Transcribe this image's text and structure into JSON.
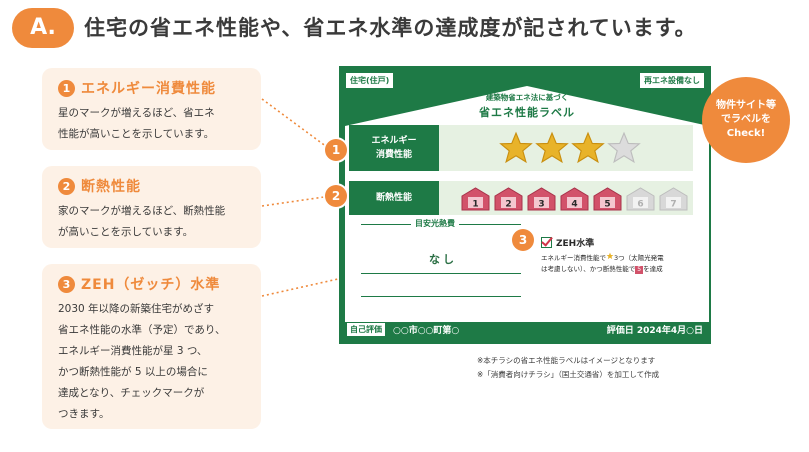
{
  "heading": {
    "badge": "A.",
    "text": "住宅の省エネ性能や、省エネ水準の達成度が記されています。"
  },
  "cards": [
    {
      "num": "1",
      "title": "エネルギー消費性能",
      "lines": [
        "星のマークが増えるほど、省エネ",
        "性能が高いことを示しています。"
      ]
    },
    {
      "num": "2",
      "title": "断熱性能",
      "lines": [
        "家のマークが増えるほど、断熱性能",
        "が高いことを示しています。"
      ]
    },
    {
      "num": "3",
      "title": "ZEH（ゼッチ）水準",
      "lines": [
        "2030 年以降の新築住宅がめざす",
        "省エネ性能の水準（予定）であり、",
        "エネルギー消費性能が星 3 つ、",
        "かつ断熱性能が 5 以上の場合に",
        "達成となり、チェックマークが",
        "つきます。"
      ]
    }
  ],
  "label": {
    "corner_left": "住宅(住戸)",
    "corner_right": "再エネ設備なし",
    "subtitle": "建築物省エネ法に基づく",
    "title": "省エネ性能ラベル",
    "energy": {
      "label_line1": "エネルギー",
      "label_line2": "消費性能",
      "stars_filled": 3,
      "stars_total": 4
    },
    "insulation": {
      "label": "断熱性能",
      "levels": [
        "1",
        "2",
        "3",
        "4",
        "5",
        "6",
        "7"
      ],
      "achieved": 5
    },
    "fuel": {
      "label": "目安光熱費",
      "value": "なし"
    },
    "zeh": {
      "title": "ZEH水準",
      "text_line1": "エネルギー消費性能で",
      "text_line1b": "3つ（太陽光発電",
      "text_line2": "は考慮しない）、かつ断熱性能で",
      "text_line2b": "5",
      "text_line2c": "を達成"
    },
    "footer": {
      "self_eval": "自己評価",
      "address": "○○市○○町第○",
      "date": "評価日 2024年4月○日"
    }
  },
  "markers": [
    "1",
    "2",
    "3"
  ],
  "check_badge": {
    "line1": "物件サイト等",
    "line2": "でラベルを",
    "line3": "Check!"
  },
  "notes": [
    "※本チラシの省エネ性能ラベルはイメージとなります",
    "※「消費者向けチラシ」（国土交通省）を加工して作成"
  ],
  "colors": {
    "accent": "#ef8a3c",
    "card_bg": "#fdf1e6",
    "label_green": "#1e7a46",
    "row_bg": "#e6f1e2",
    "star": "#e8b32a",
    "home_active": "#d2526a",
    "home_inactive": "#d8d8d8"
  }
}
